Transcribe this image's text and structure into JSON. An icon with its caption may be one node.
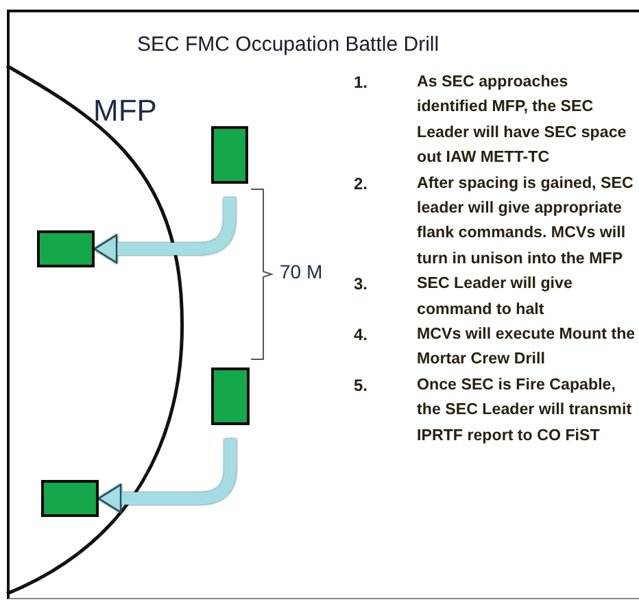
{
  "diagram": {
    "title": "SEC FMC Occupation Battle Drill",
    "nodes": [
      {
        "text": [],
        "shape": "box"
      },
      {
        "text": [],
        "shape": "box"
      },
      {
        "text": [],
        "shape": "box"
      },
      {
        "text": [],
        "shape": "box"
      }
    ],
    "edges": [
      {
        "from": 0,
        "to": 1,
        "arrow": "to"
      },
      {
        "from": 2,
        "to": 3,
        "arrow": "to"
      }
    ],
    "labels": [
      "MFP",
      "70 M",
      "1.",
      "As SEC approaches identified MFP, the SEC Leader will have SEC space out IAW METT-TC",
      "2.",
      "After spacing is gained, SEC leader will give appropriate flank commands. MCVs will turn in unison into the MFP",
      "3.",
      "SEC Leader will give command to halt",
      "4.",
      "MCVs will execute Mount the Mortar Crew Drill",
      "5.",
      "Once SEC is Fire Capable, the SEC Leader will transmit IPRTF report to CO FiST"
    ]
  }
}
